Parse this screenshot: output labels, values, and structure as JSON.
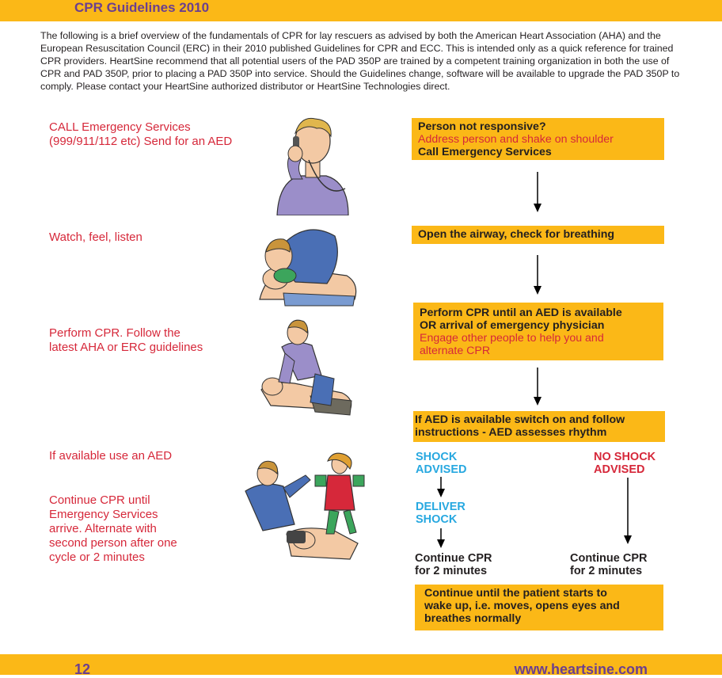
{
  "header": {
    "title": "CPR Guidelines 2010"
  },
  "intro": "The following is a brief overview of the fundamentals of CPR for lay rescuers as advised by both the American Heart Association (AHA) and the European Resuscitation Council (ERC) in their 2010 published Guidelines for CPR and ECC. This is intended only as a quick reference for trained CPR providers. HeartSine recommend that all potential users of the PAD 350P are trained by a competent training organization in both the use of CPR and PAD 350P, prior to placing a PAD 350P into service. Should the Guidelines change, software will be available to upgrade the PAD 350P to comply. Please contact your HeartSine authorized distributor or HeartSine Technologies direct.",
  "left": {
    "step1": [
      "CALL Emergency Services",
      "(999/911/112 etc) Send for an AED"
    ],
    "step2": "Watch, feel, listen",
    "step3": [
      "Perform CPR. Follow the",
      "latest AHA or ERC guidelines"
    ],
    "step4": "If available use an AED",
    "step5": [
      "Continue CPR until",
      "Emergency Services",
      "arrive. Alternate with",
      "second person after one",
      "cycle or 2 minutes"
    ]
  },
  "flow": {
    "box1": {
      "title": "Person not responsive?",
      "sub": "Address person and shake on shoulder",
      "action": "Call Emergency Services"
    },
    "box2": {
      "title": "Open the airway, check for breathing"
    },
    "box3": {
      "title1": "Perform CPR until an AED is available",
      "title2": "OR arrival of emergency physician",
      "sub1": "Engage other people to help you and",
      "sub2": "alternate CPR"
    },
    "box4": {
      "line1": "If AED is available switch on and follow",
      "line2": "instructions - AED assesses rhythm"
    },
    "shock": [
      "SHOCK",
      "ADVISED"
    ],
    "no_shock": [
      "NO SHOCK",
      "ADVISED"
    ],
    "deliver": [
      "DELIVER",
      "SHOCK"
    ],
    "continue_left": [
      "Continue CPR",
      "for 2 minutes"
    ],
    "continue_right": [
      "Continue CPR",
      "for 2 minutes"
    ],
    "box5": [
      "Continue until the patient starts to",
      "wake up, i.e. moves, opens eyes and",
      "breathes normally"
    ]
  },
  "footer": {
    "page": "12",
    "url": "www.heartsine.com"
  },
  "colors": {
    "accent_yellow": "#fbb817",
    "purple": "#6b3f8f",
    "red": "#d6283a",
    "blue": "#27a8e0"
  },
  "illustrations": [
    "man-on-phone",
    "checking-breathing",
    "chest-compressions",
    "aed-rescuers"
  ]
}
